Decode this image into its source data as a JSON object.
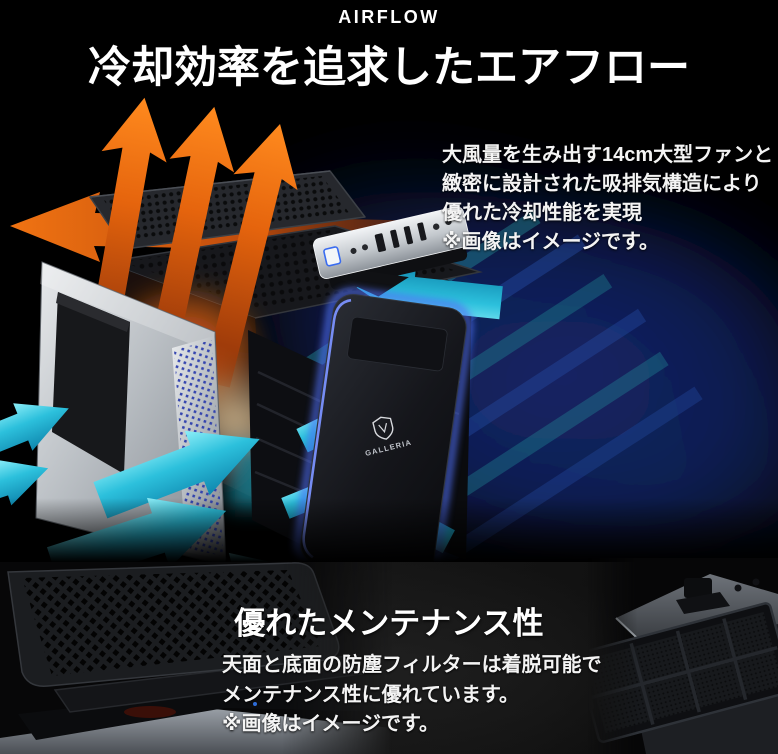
{
  "header": {
    "eyebrow": "AIRFLOW",
    "title": "冷却効率を追求したエアフロー"
  },
  "airflow": {
    "lines": [
      "大風量を生み出す14cm大型ファンと",
      "緻密に設計された吸排気構造により",
      "優れた冷却性能を実現"
    ],
    "note": "※画像はイメージです。",
    "logo": "GALLERIA"
  },
  "maintenance": {
    "title": "優れたメンテナンス性",
    "lines": [
      "天面と底面の防塵フィルターは着脱可能で",
      "メンテナンス性に優れています。"
    ],
    "note": "※画像はイメージです。"
  },
  "colors": {
    "background": "#000000",
    "text": "#ffffff",
    "hot_air_orange": "#e5650d",
    "cool_air_cyan": "#2cc0dc",
    "led_blue": "#4f6ef5",
    "smoke_navy": "#101f4d",
    "panel_silver": "#b9bec3"
  }
}
